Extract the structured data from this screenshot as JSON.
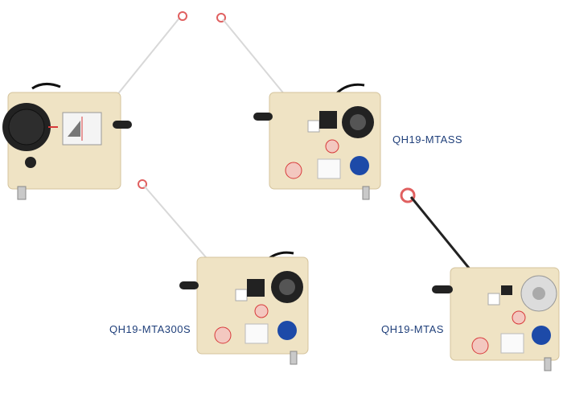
{
  "colors": {
    "background": "#ffffff",
    "label_text": "#1f3f7a",
    "body": "#efe3c4",
    "body_edge": "#d4c39c",
    "wheel": "#222222",
    "accent_red": "#d83a3a",
    "blue_knob": "#1d4aa8",
    "steel": "#c9c9c9"
  },
  "products": [
    {
      "model": "",
      "id": "top-left"
    },
    {
      "model": "QH19-MTASS",
      "id": "top-right"
    },
    {
      "model": "QH19-MTA300S",
      "id": "bottom-center"
    },
    {
      "model": "QH19-MTAS",
      "id": "bottom-right"
    }
  ]
}
